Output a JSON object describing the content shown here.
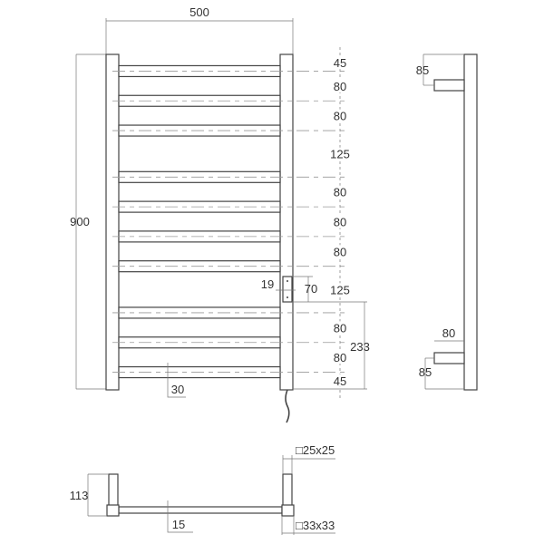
{
  "front_view": {
    "width_label": "500",
    "height_label": "900",
    "spacings": [
      "45",
      "80",
      "80",
      "125",
      "80",
      "80",
      "80",
      "125",
      "80",
      "80",
      "45"
    ],
    "bracket_width": "19",
    "bracket_height": "70",
    "bracket_offset": "233",
    "bar_height": "30"
  },
  "side_view": {
    "top_offset": "85",
    "bottom_offset": "85",
    "depth": "80"
  },
  "bottom_view": {
    "depth": "113",
    "bar_width": "15",
    "post_section": "□25x25",
    "foot_section": "□33x33"
  },
  "colors": {
    "line": "#444444",
    "dim": "#777777"
  }
}
